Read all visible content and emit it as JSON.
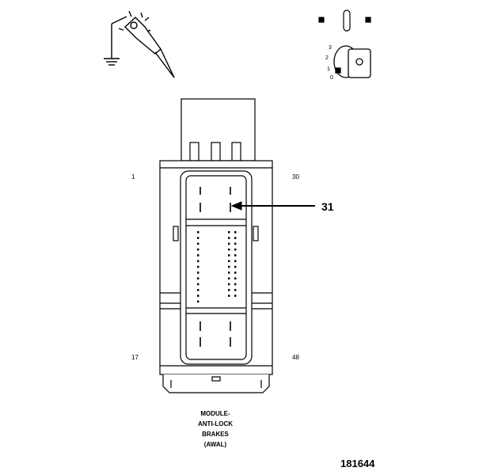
{
  "diagram": {
    "pin_labels": {
      "top_left": "1",
      "top_right": "30",
      "bottom_left": "17",
      "bottom_right": "48"
    },
    "callout_number": "31",
    "caption_lines": [
      "MODULE-",
      "ANTI-LOCK",
      "BRAKES",
      "(AWAL)"
    ],
    "figure_id": "181644",
    "ignition_key_positions": [
      "3",
      "2",
      "1",
      "0"
    ],
    "icons": [
      "test-probe-ground-icon",
      "ignition-key-icon",
      "ignition-on-symbol-icon"
    ]
  }
}
